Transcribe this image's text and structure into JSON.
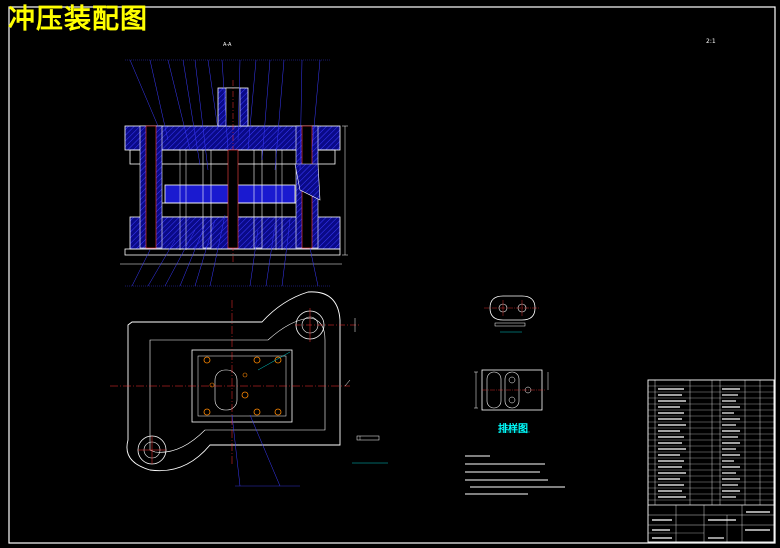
{
  "title": "冲压装配图",
  "scale_note": "2:1",
  "section_label": "A-A",
  "layout_caption": "排样图",
  "view_caption": "",
  "colors": {
    "title": "#ffff00",
    "lines": "#ffffff",
    "hatch": "#0000cc",
    "center": "#ff0000",
    "leader": "#2222ff",
    "cyan": "#00ffff",
    "green": "#00ff00",
    "orange": "#ff8800",
    "magenta": "#ff00ff"
  }
}
